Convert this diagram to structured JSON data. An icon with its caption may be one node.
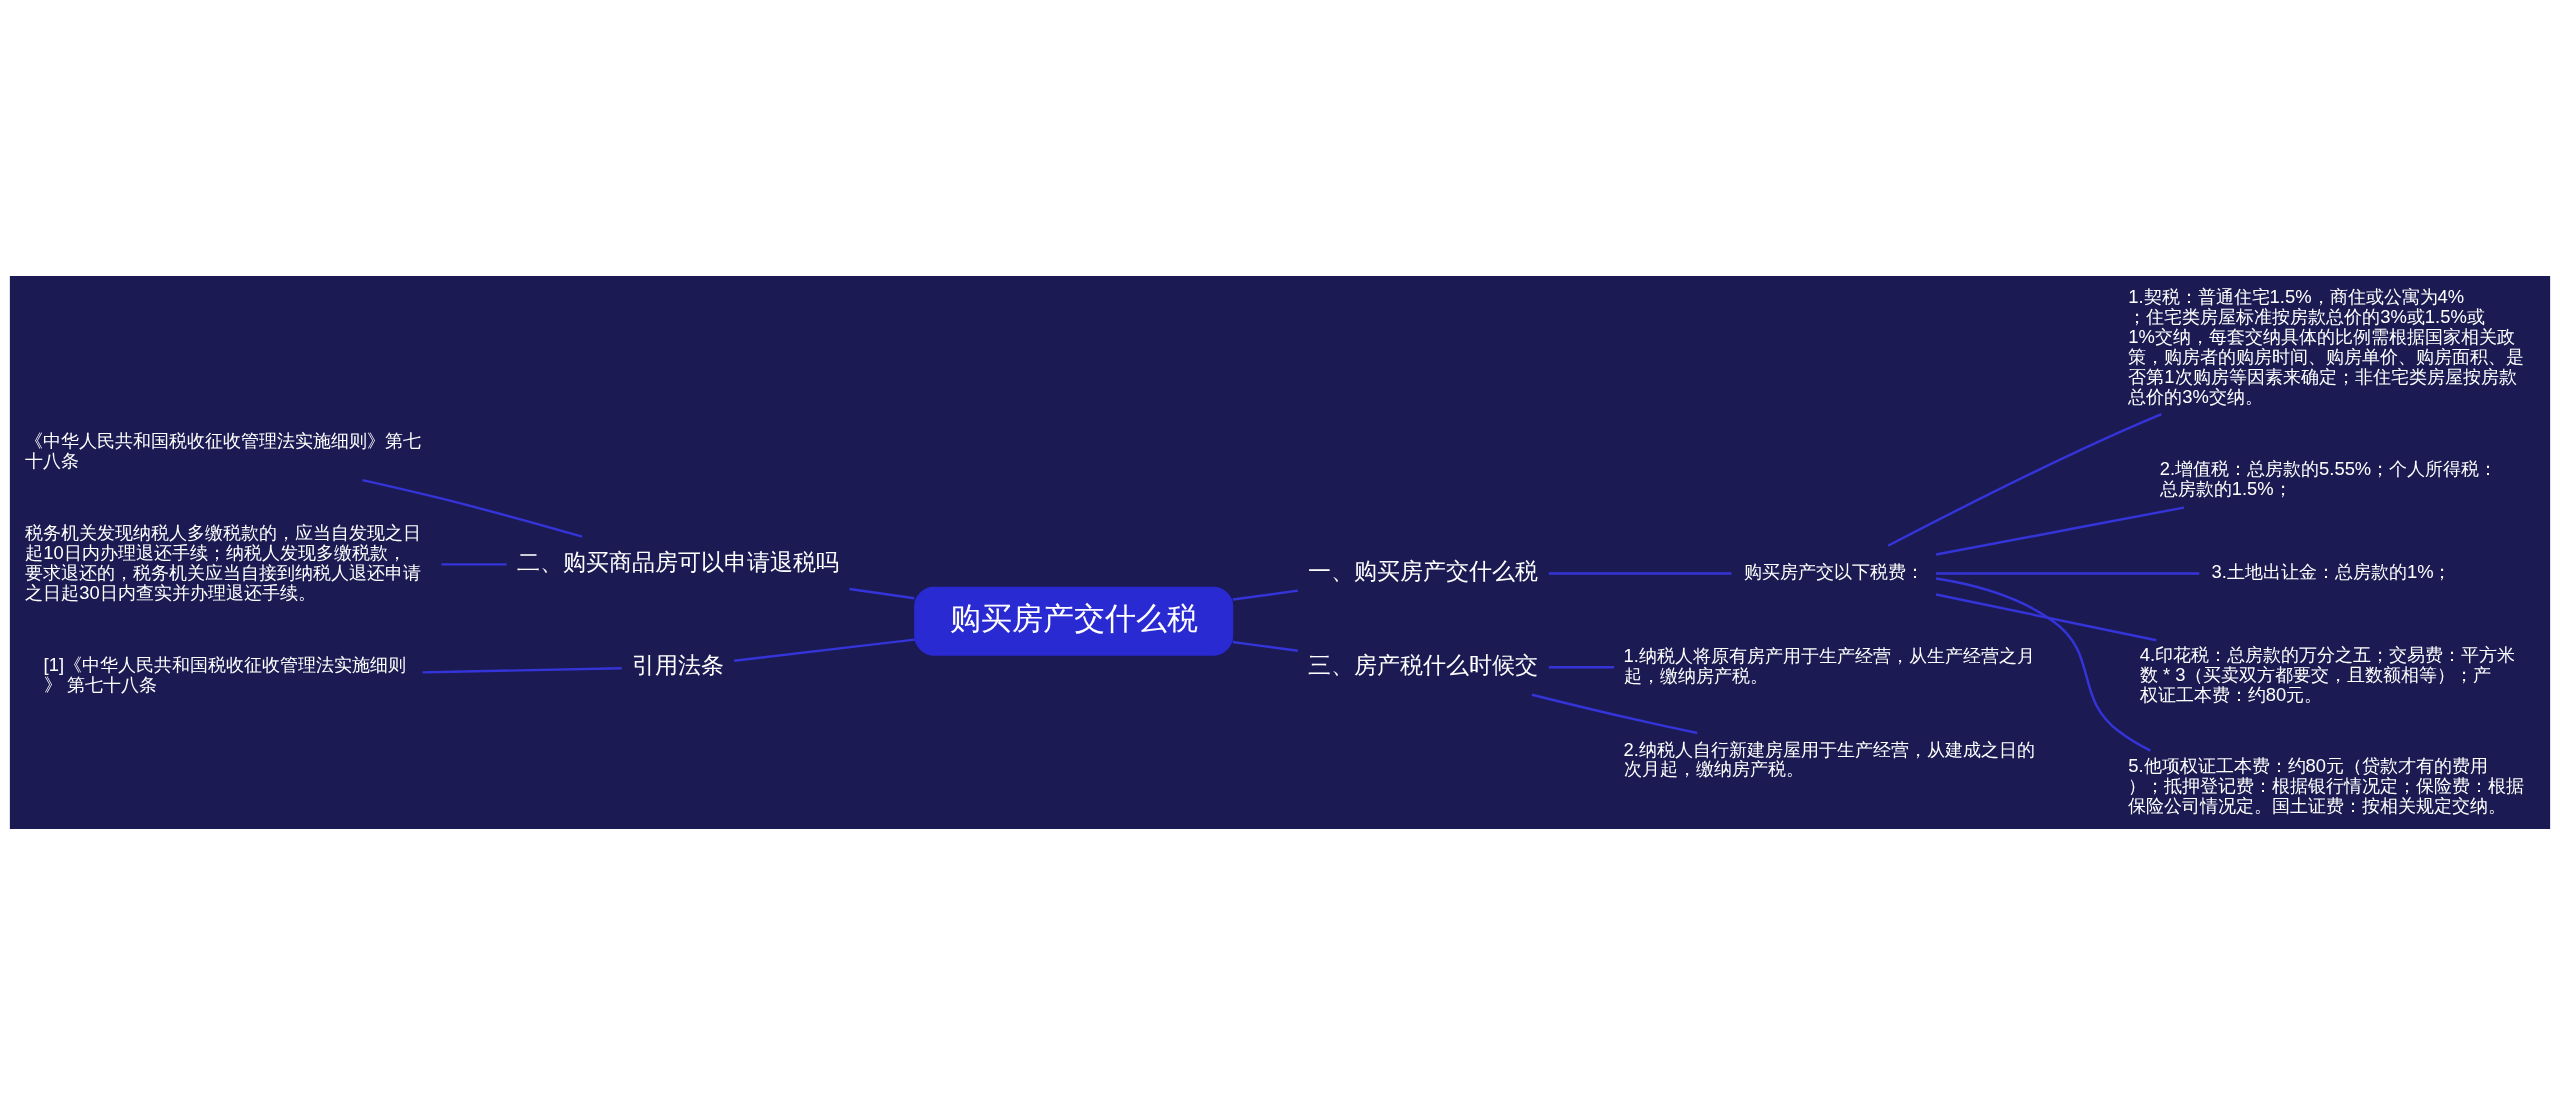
{
  "diagram": {
    "nodes": [
      {
        "text": [
          "购买房产交什么税"
        ]
      },
      {
        "text": [
          "一、购买房产交什么税"
        ]
      },
      {
        "text": [
          "购买房产交以下税费："
        ]
      },
      {
        "text": [
          "1.契税：普通住宅1.5%，商住或公寓为4%；住宅类房屋标准按房款总价的3%或1.5%或1%交纳，每套交纳具体的比例需根据国家相关政策，购房者的购房时间、购房单价、购房面积、是否第1次购房等因素来确定；非住宅类房屋按房款总价的3%交纳。"
        ]
      },
      {
        "text": [
          "2.增值税：总房款的5.55%；个人所得税：总房款的1.5%；"
        ]
      },
      {
        "text": [
          "3.土地出让金：总房款的1%；"
        ]
      },
      {
        "text": [
          "4.印花税：总房款的万分之五；交易费：平方米数 * 3（买卖双方都要交，且数额相等）；产权证工本费：约80元。"
        ]
      },
      {
        "text": [
          "5.他项权证工本费：约80元（贷款才有的费用）；抵押登记费：根据银行情况定；保险费：根据保险公司情况定。国土证费：按相关规定交纳。"
        ]
      },
      {
        "text": [
          "二、购买商品房可以申请退税吗"
        ]
      },
      {
        "text": [
          "《中华人民共和国税收征收管理法实施细则》第七十八条"
        ]
      },
      {
        "text": [
          "税务机关发现纳税人多缴税款的，应当自发现之日起10日内办理退还手续；纳税人发现多缴税款，要求退还的，税务机关应当自接到纳税人退还申请之日起30日内查实并办理退还手续。"
        ]
      },
      {
        "text": [
          "引用法条"
        ]
      },
      {
        "text": [
          "[1]《中华人民共和国税收征收管理法实施细则》 第七十八条"
        ]
      },
      {
        "text": [
          "三、房产税什么时候交"
        ]
      },
      {
        "text": [
          "1.纳税人将原有房产用于生产经营，从生产经营之月起，缴纳房产税。"
        ]
      },
      {
        "text": [
          "2.纳税人自行新建房屋用于生产经营，从建成之日的次月起，缴纳房产税。"
        ]
      }
    ],
    "edges": [
      {
        "from": 0,
        "to": 1,
        "arrow": "none"
      },
      {
        "from": 1,
        "to": 2,
        "arrow": "none"
      },
      {
        "from": 2,
        "to": 3,
        "arrow": "none"
      },
      {
        "from": 2,
        "to": 4,
        "arrow": "none"
      },
      {
        "from": 2,
        "to": 5,
        "arrow": "none"
      },
      {
        "from": 2,
        "to": 6,
        "arrow": "none"
      },
      {
        "from": 2,
        "to": 7,
        "arrow": "none"
      },
      {
        "from": 0,
        "to": 8,
        "arrow": "none"
      },
      {
        "from": 8,
        "to": 9,
        "arrow": "none"
      },
      {
        "from": 8,
        "to": 10,
        "arrow": "none"
      },
      {
        "from": 0,
        "to": 11,
        "arrow": "none"
      },
      {
        "from": 11,
        "to": 12,
        "arrow": "none"
      },
      {
        "from": 0,
        "to": 13,
        "arrow": "none"
      },
      {
        "from": 13,
        "to": 14,
        "arrow": "none"
      },
      {
        "from": 13,
        "to": 15,
        "arrow": "none"
      }
    ]
  }
}
